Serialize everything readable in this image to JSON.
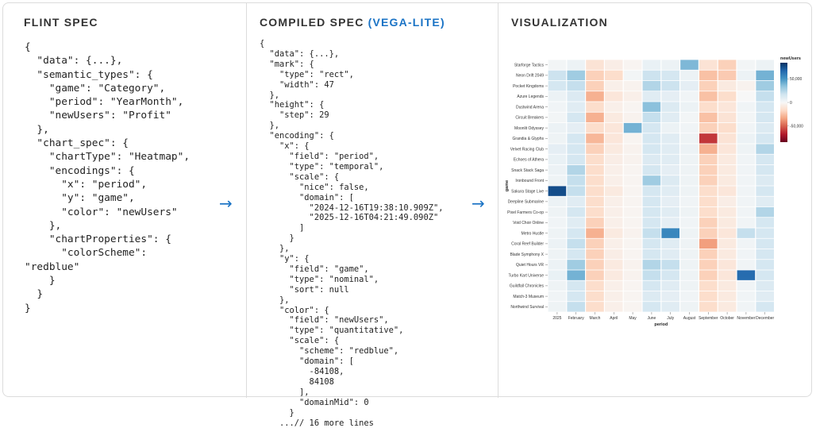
{
  "panels": {
    "flint": {
      "title": "FLINT SPEC",
      "code": "{\n  \"data\": {...},\n  \"semantic_types\": {\n    \"game\": \"Category\",\n    \"period\": \"YearMonth\",\n    \"newUsers\": \"Profit\"\n  },\n  \"chart_spec\": {\n    \"chartType\": \"Heatmap\",\n    \"encodings\": {\n      \"x\": \"period\",\n      \"y\": \"game\",\n      \"color\": \"newUsers\"\n    },\n    \"chartProperties\": {\n      \"colorScheme\":\n\"redblue\"\n    }\n  }\n}"
    },
    "compiled": {
      "title": "COMPILED SPEC",
      "title_accent": "(VEGA-LITE)",
      "code": "{\n  \"data\": {...},\n  \"mark\": {\n    \"type\": \"rect\",\n    \"width\": 47\n  },\n  \"height\": {\n    \"step\": 29\n  },\n  \"encoding\": {\n    \"x\": {\n      \"field\": \"period\",\n      \"type\": \"temporal\",\n      \"scale\": {\n        \"nice\": false,\n        \"domain\": [\n          \"2024-12-16T19:38:10.909Z\",\n          \"2025-12-16T04:21:49.090Z\"\n        ]\n      }\n    },\n    \"y\": {\n      \"field\": \"game\",\n      \"type\": \"nominal\",\n      \"sort\": null\n    },\n    \"color\": {\n      \"field\": \"newUsers\",\n      \"type\": \"quantitative\",\n      \"scale\": {\n        \"scheme\": \"redblue\",\n        \"domain\": [\n          -84108,\n          84108\n        ],\n        \"domainMid\": 0\n      }\n    ...// 16 more lines"
    },
    "visualization": {
      "title": "VISUALIZATION"
    }
  },
  "arrow_glyph": "→",
  "chart_data": {
    "type": "heatmap",
    "xlabel": "period",
    "ylabel": "game",
    "x": [
      "2025",
      "February",
      "March",
      "April",
      "May",
      "June",
      "July",
      "August",
      "September",
      "October",
      "November",
      "December"
    ],
    "y": [
      "Starforge Tactics",
      "Neon Drift 2049",
      "Pocket Kingdoms",
      "Azure Legends",
      "Dustwind Arena",
      "Circuit Breakers",
      "Moonlit Odyssey",
      "Grandia & Glyphs",
      "Velvet Racing Club",
      "Echoes of Athera",
      "Snack Stack Saga",
      "Ironbound Front",
      "Sakura Stage Live",
      "Deepline Submarine",
      "Pixel Farmers Co-op",
      "Void Choir Online",
      "Metro Hustle",
      "Coral Reef Builder",
      "Blade Symphony X",
      "Quiet Hours VR",
      "Turbo Kart Universe",
      "Guildfall Chronicles",
      "Match-3 Museum",
      "Northwind Survival"
    ],
    "values": [
      [
        2000,
        5000,
        -12000,
        -6000,
        -2000,
        6000,
        5000,
        38000,
        -12000,
        -20000,
        2000,
        5000
      ],
      [
        18000,
        30000,
        -20000,
        -15000,
        2000,
        18000,
        15000,
        5000,
        -25000,
        -22000,
        5000,
        40000
      ],
      [
        15000,
        20000,
        -20000,
        -5000,
        -3000,
        25000,
        18000,
        8000,
        -20000,
        -8000,
        -3000,
        30000
      ],
      [
        5000,
        12000,
        -30000,
        -10000,
        -5000,
        10000,
        8000,
        3000,
        -25000,
        -15000,
        0,
        20000
      ],
      [
        3000,
        10000,
        -15000,
        -5000,
        -2000,
        35000,
        12000,
        5000,
        -15000,
        -10000,
        3000,
        15000
      ],
      [
        2000,
        15000,
        -30000,
        -8000,
        -3000,
        20000,
        10000,
        2000,
        -25000,
        -12000,
        2000,
        15000
      ],
      [
        5000,
        8000,
        -15000,
        -10000,
        40000,
        15000,
        5000,
        3000,
        -20000,
        -15000,
        3000,
        12000
      ],
      [
        4000,
        15000,
        -28000,
        -10000,
        -2000,
        15000,
        10000,
        4000,
        -60000,
        -12000,
        5000,
        15000
      ],
      [
        8000,
        15000,
        -20000,
        -8000,
        -3000,
        15000,
        10000,
        5000,
        -30000,
        -10000,
        4000,
        25000
      ],
      [
        6000,
        15000,
        -15000,
        -6000,
        -3000,
        12000,
        10000,
        4000,
        -20000,
        -8000,
        3000,
        15000
      ],
      [
        5000,
        25000,
        -15000,
        -5000,
        -2000,
        15000,
        8000,
        4000,
        -20000,
        -8000,
        3000,
        15000
      ],
      [
        4000,
        20000,
        -15000,
        -5000,
        -2000,
        30000,
        12000,
        4000,
        -20000,
        -8000,
        3000,
        12000
      ],
      [
        75000,
        20000,
        -15000,
        -8000,
        -2000,
        15000,
        10000,
        4000,
        -15000,
        -10000,
        3000,
        15000
      ],
      [
        5000,
        10000,
        -15000,
        -5000,
        -2000,
        15000,
        8000,
        3000,
        -15000,
        -6000,
        3000,
        10000
      ],
      [
        4000,
        15000,
        -15000,
        -5000,
        -2000,
        15000,
        10000,
        4000,
        -15000,
        -8000,
        3000,
        25000
      ],
      [
        3000,
        10000,
        -20000,
        -5000,
        -2000,
        15000,
        8000,
        3000,
        -20000,
        -8000,
        3000,
        15000
      ],
      [
        4000,
        15000,
        -30000,
        -8000,
        -3000,
        20000,
        55000,
        4000,
        -20000,
        -10000,
        20000,
        15000
      ],
      [
        5000,
        20000,
        -20000,
        -5000,
        -2000,
        15000,
        10000,
        4000,
        -35000,
        -8000,
        3000,
        15000
      ],
      [
        4000,
        15000,
        -20000,
        -6000,
        -2000,
        15000,
        10000,
        4000,
        -20000,
        -8000,
        3000,
        15000
      ],
      [
        5000,
        30000,
        -20000,
        -8000,
        -3000,
        25000,
        20000,
        4000,
        -20000,
        -10000,
        3000,
        15000
      ],
      [
        6000,
        40000,
        -20000,
        -8000,
        -3000,
        20000,
        15000,
        4000,
        -20000,
        -10000,
        65000,
        15000
      ],
      [
        4000,
        15000,
        -15000,
        -5000,
        -2000,
        15000,
        10000,
        4000,
        -15000,
        -8000,
        3000,
        12000
      ],
      [
        3000,
        15000,
        -15000,
        -5000,
        -2000,
        12000,
        8000,
        3000,
        -15000,
        -8000,
        3000,
        10000
      ],
      [
        4000,
        20000,
        -15000,
        -5000,
        -2000,
        15000,
        10000,
        4000,
        -15000,
        -8000,
        3000,
        15000
      ]
    ],
    "color_domain": [
      -84108,
      84108
    ],
    "color_scheme": "redblue",
    "legend": {
      "title": "newUsers",
      "position": "right",
      "ticks": [
        "50,000",
        "0",
        "-50,000"
      ],
      "tick_values": [
        50000,
        0,
        -50000
      ]
    }
  },
  "colors": {
    "accent": "#1a73c5",
    "border": "#dcdcdc",
    "red": "#67001f",
    "blue": "#053061"
  }
}
